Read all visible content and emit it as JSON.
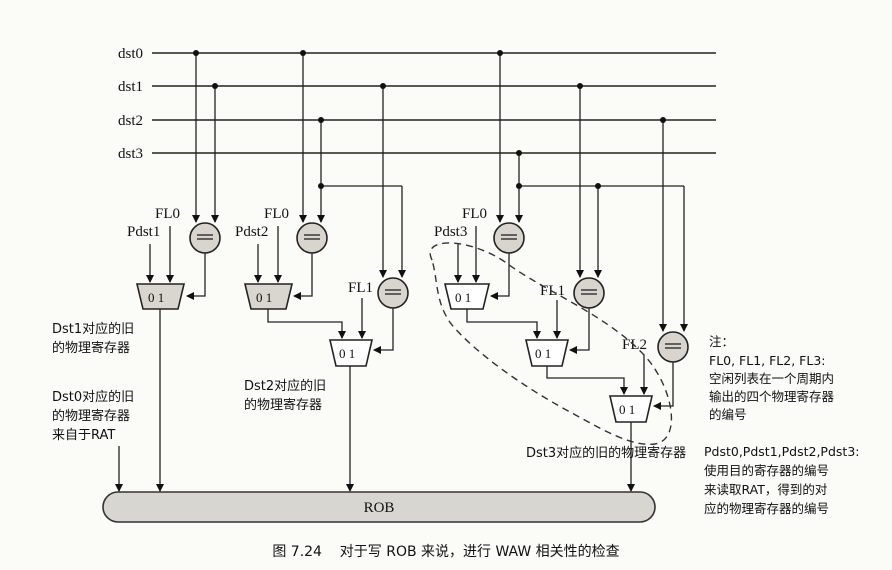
{
  "dst_labels": [
    "dst0",
    "dst1",
    "dst2",
    "dst3"
  ],
  "mux_text": "0 1",
  "free_list_labels": [
    "FL0",
    "FL1",
    "FL2"
  ],
  "pdst_labels": [
    "Pdst1",
    "Pdst2",
    "Pdst3"
  ],
  "annotations": {
    "dst1_old_line1": "Dst1对应的旧",
    "dst1_old_line2": "的物理寄存器",
    "dst0_old_line1": "Dst0对应的旧",
    "dst0_old_line2": "的物理寄存器",
    "dst0_old_line3": "来自于RAT",
    "dst2_old_line1": "Dst2对应的旧",
    "dst2_old_line2": "的物理寄存器",
    "dst3_old": "Dst3对应的旧的物理寄存器"
  },
  "rob_label": "ROB",
  "note": {
    "title": "注：",
    "fl_line1": "FL0, FL1, FL2, FL3:",
    "fl_line2": "空闲列表在一个周期内",
    "fl_line3": "输出的四个物理寄存器",
    "fl_line4": "的编号",
    "pdst_line1": "Pdst0,Pdst1,Pdst2,Pdst3:",
    "pdst_line2": "使用目的寄存器的编号",
    "pdst_line3": "来读取RAT，得到的对",
    "pdst_line4": "应的物理寄存器的编号"
  },
  "caption": "图 7.24    对于写 ROB 来说，进行 WAW 相关性的检查"
}
